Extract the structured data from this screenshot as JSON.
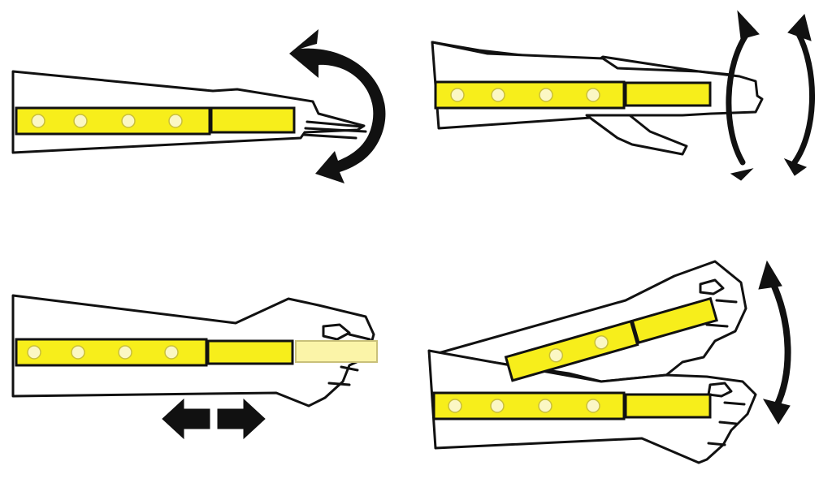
{
  "diagram": {
    "panels": [
      {
        "id": "forearm-rotation",
        "motion": "rotation",
        "icon": "curved-double-arrow-icon"
      },
      {
        "id": "wrist-flexion-extension",
        "motion": "flexion-extension",
        "icon": "double-curved-arrows-icon"
      },
      {
        "id": "wrist-translation",
        "motion": "horizontal-translation",
        "icon": "left-right-arrows-icon"
      },
      {
        "id": "arm-vertical-movement",
        "motion": "vertical-movement",
        "icon": "up-down-arrow-icon"
      }
    ],
    "colors": {
      "strip": "#f7ee1b",
      "strip_faded": "#fbf4a8",
      "dot": "#fbf7c4",
      "outline": "#111111",
      "arrow": "#111111",
      "background": "#ffffff"
    }
  }
}
